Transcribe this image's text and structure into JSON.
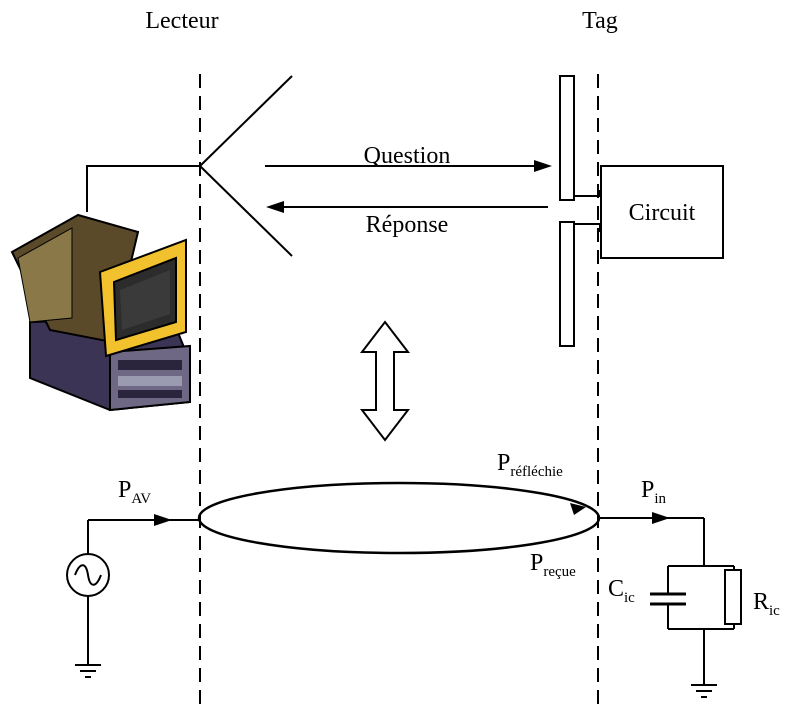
{
  "headers": {
    "reader": "Lecteur",
    "tag": "Tag"
  },
  "top": {
    "question": "Question",
    "response": "Réponse",
    "circuit": "Circuit"
  },
  "bottom": {
    "p_av": {
      "main": "P",
      "sub": "AV"
    },
    "p_reflected": {
      "main": "P",
      "sub": "réfléchie"
    },
    "p_received": {
      "main": "P",
      "sub": "reçue"
    },
    "p_in": {
      "main": "P",
      "sub": "in"
    },
    "c_ic": {
      "main": "C",
      "sub": "ic"
    },
    "r_ic": {
      "main": "R",
      "sub": "ic"
    }
  },
  "icons": [
    "computer-icon",
    "double-arrow-icon",
    "ac-source-icon",
    "ground-icon",
    "capacitor-icon",
    "resistor-icon",
    "antenna-icon"
  ],
  "colors": {
    "line": "#000000",
    "monitor_yellow": "#f2c12e",
    "case_dark": "#3b3454",
    "case_grey": "#7a7a8c"
  }
}
